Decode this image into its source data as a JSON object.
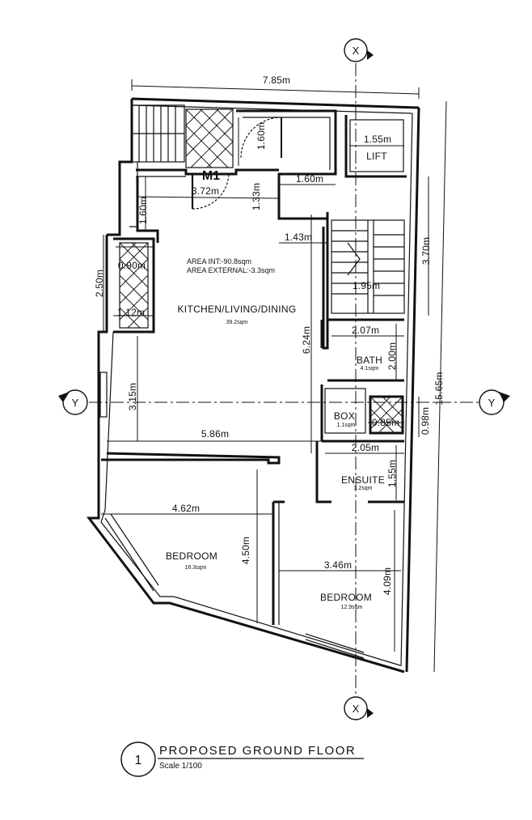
{
  "rooms": {
    "kitchen": {
      "name": "KITCHEN/LIVING/DINING",
      "area": "39.2sqm"
    },
    "bath": {
      "name": "BATH",
      "area": "4.1sqm"
    },
    "box": {
      "name": "BOX",
      "area": "1.1sqm"
    },
    "ensuite": {
      "name": "ENSUITE",
      "area": "3.2sqm"
    },
    "bedroom1": {
      "name": "BEDROOM",
      "area": "16.3sqm"
    },
    "bedroom2": {
      "name": "BEDROOM",
      "area": "12.9sqm"
    },
    "lift": {
      "name": "LIFT"
    }
  },
  "area_notes": {
    "internal": "AREA  INT:-90.8sqm",
    "external": "AREA  EXTERNAL:-3.3sqm"
  },
  "door_tag": "M1",
  "grid_markers": {
    "x": "X",
    "y": "Y"
  },
  "dimensions": {
    "overall_width": "7.85m",
    "overall_height": "15.65m",
    "lift_width": "1.55m",
    "door_width": "1.60m",
    "entry_width": "1.60m",
    "top_right_span": "1.60m",
    "entry_span": "3.72m",
    "stair_top": "1.33m",
    "stair_offset": "1.43m",
    "stair_height": "3.70m",
    "stair_width": "1.95m",
    "window_height": "2.50m",
    "window_top": "0.90m",
    "window_bottom": "1.12m",
    "living_height": "6.24m",
    "living_left": "3.15m",
    "living_width": "5.86m",
    "bath_width": "2.07m",
    "bath_height": "2.00m",
    "shaft_width": "0.85m",
    "shaft_height": "0.98m",
    "ensuite_width": "2.05m",
    "ensuite_height": "1.55m",
    "bedroom1_width": "4.62m",
    "bedroom1_height": "4.50m",
    "bedroom2_width": "3.46m",
    "bedroom2_height": "4.09m"
  },
  "title": {
    "number": "1",
    "text": "PROPOSED  GROUND  FLOOR",
    "scale": "Scale  1/100"
  }
}
